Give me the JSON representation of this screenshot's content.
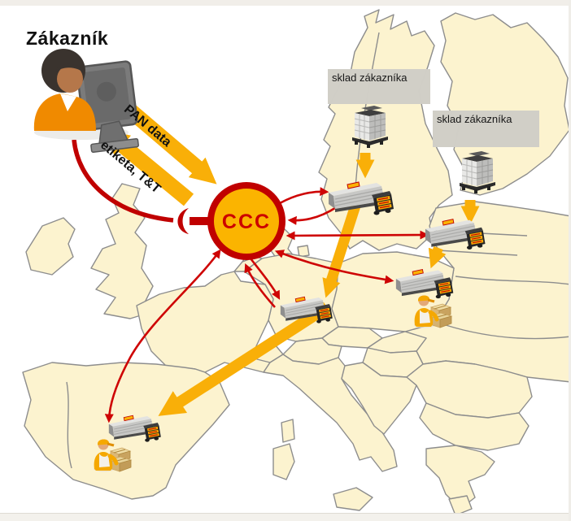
{
  "diagram": {
    "title": "Zákazník",
    "hub": {
      "label": "CCC"
    },
    "warehouses": [
      {
        "label": "sklad zákazníka"
      },
      {
        "label": "sklad zákazníka"
      }
    ],
    "flows": {
      "pan_data": "PAN data",
      "etiketa": "etiketa, T&T"
    },
    "colors": {
      "land": "#FCF3CF",
      "map_border": "#8D8D8D",
      "accent_orange": "#F9AF08",
      "hub_fill": "#FBB400",
      "accent_red": "#C80000",
      "hub_text": "#CC0000",
      "label_box_bg": "#D0CEC7"
    },
    "icons": [
      "customer-at-computer-icon",
      "monitor-icon",
      "warehouse-building-icon",
      "truck-icon",
      "warehouse-worker-icon",
      "ccc-hub-circle"
    ],
    "edges": [
      {
        "from": "customer",
        "to": "ccc",
        "type": "data-flow",
        "label": "PAN data"
      },
      {
        "from": "ccc",
        "to": "customer",
        "type": "data-flow",
        "label": "etiketa, T&T"
      },
      {
        "from": "customer",
        "to": "ccc",
        "type": "order-line"
      },
      {
        "from": "warehouse-north",
        "to": "truck-sweden",
        "type": "goods-flow"
      },
      {
        "from": "warehouse-east",
        "to": "truck-baltic",
        "type": "goods-flow"
      },
      {
        "from": "truck-sweden",
        "to": "truck-germany",
        "type": "goods-flow"
      },
      {
        "from": "truck-baltic",
        "to": "truck-poland",
        "type": "goods-flow"
      },
      {
        "from": "truck-germany",
        "to": "truck-spain",
        "type": "goods-flow"
      },
      {
        "from": "ccc",
        "to": "truck-sweden",
        "type": "communication",
        "bidirectional": true
      },
      {
        "from": "ccc",
        "to": "truck-baltic",
        "type": "communication",
        "bidirectional": true
      },
      {
        "from": "ccc",
        "to": "truck-germany",
        "type": "communication",
        "bidirectional": true
      },
      {
        "from": "ccc",
        "to": "truck-poland",
        "type": "communication",
        "bidirectional": true
      },
      {
        "from": "ccc",
        "to": "truck-spain",
        "type": "communication",
        "bidirectional": true
      }
    ]
  }
}
